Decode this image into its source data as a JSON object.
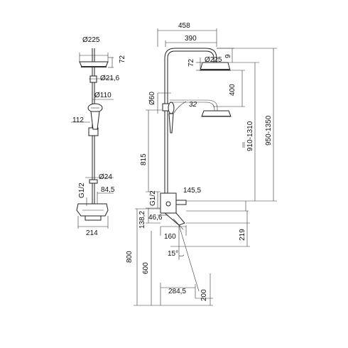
{
  "dimensions": {
    "side_head_diameter": "Ø225",
    "side_head_height": "72",
    "pipe_diameter": "Ø21,6",
    "hand_shower_diameter": "Ø110",
    "holder_width": "112",
    "connector_diameter": "Ø24",
    "thread_side": "G1/2",
    "mixer_depth": "84,5",
    "mixer_width": "214",
    "total_arm_reach": "458",
    "arm_reach": "390",
    "front_head_height": "72",
    "front_head_gap": "9",
    "front_head_diameter": "Ø225",
    "arm_drop": "400",
    "hand_shower_diameter_front": "Ø60",
    "swivel_angle": "32",
    "adjust_height": "910-1310",
    "overall_height": "950-1350",
    "riser_height": "815",
    "thread_front": "G1/2",
    "outlet_offset": "145,5",
    "mixer_height": "138,2",
    "eccentric_offset": "46,6",
    "spout_length": "160",
    "spout_height": "219",
    "spout_angle": "15°",
    "floor_to_mixer": "800",
    "floor_to_spout": "600",
    "spout_projection": "284,5",
    "tub_rim": "200"
  }
}
